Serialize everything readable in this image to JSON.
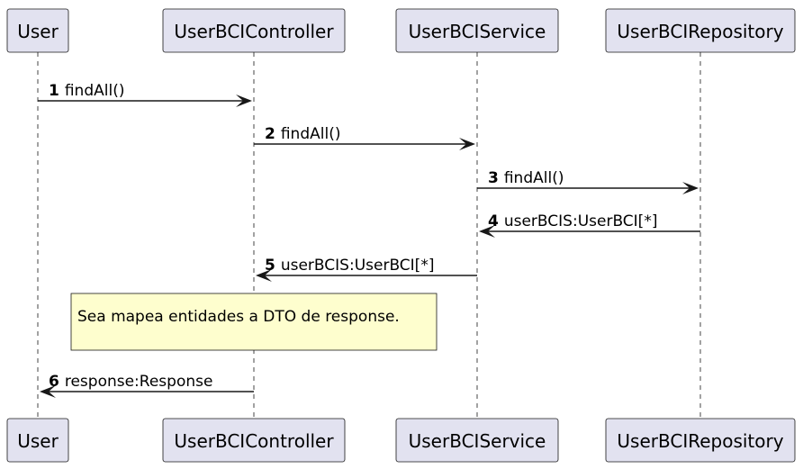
{
  "participants": [
    {
      "id": "user",
      "name": "User"
    },
    {
      "id": "controller",
      "name": "UserBCIController"
    },
    {
      "id": "service",
      "name": "UserBCIService"
    },
    {
      "id": "repository",
      "name": "UserBCIRepository"
    }
  ],
  "messages": [
    {
      "num": "1",
      "text": "findAll()",
      "from": "user",
      "to": "controller"
    },
    {
      "num": "2",
      "text": "findAll()",
      "from": "controller",
      "to": "service"
    },
    {
      "num": "3",
      "text": "findAll()",
      "from": "service",
      "to": "repository"
    },
    {
      "num": "4",
      "text": "userBCIS:UserBCI[*]",
      "from": "repository",
      "to": "service"
    },
    {
      "num": "5",
      "text": "userBCIS:UserBCI[*]",
      "from": "service",
      "to": "controller"
    },
    {
      "num": "6",
      "text": "response:Response",
      "from": "controller",
      "to": "user"
    }
  ],
  "note": {
    "text": "Sea mapea entidades a DTO de response."
  },
  "colors": {
    "participant_fill": "#e2e2f0",
    "note_fill": "#fefece",
    "line": "#181818"
  }
}
